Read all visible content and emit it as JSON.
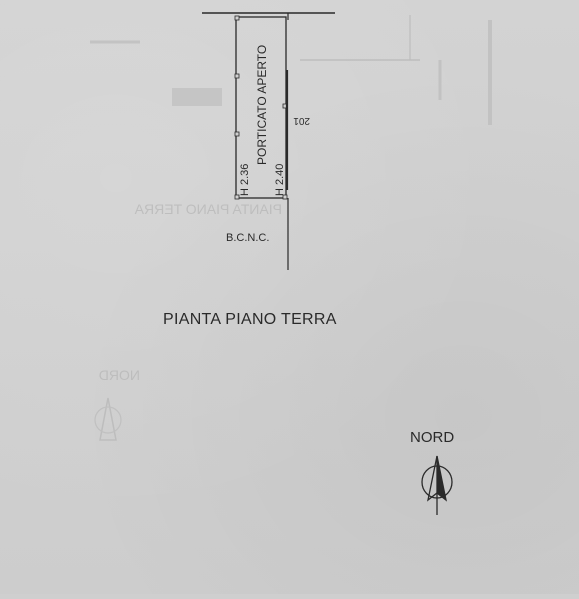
{
  "plan": {
    "title": "PIANTA PIANO TERRA",
    "room_name": "PORTICATO APERTO",
    "height_left": "H 2.36",
    "height_right": "H 2.40",
    "bcnc": "B.C.N.C.",
    "north": "NORD"
  },
  "bleed_through": {
    "title_mirrored": "PIANTA PIANO TERRA",
    "north_mirrored": "NORD",
    "fragment": "201"
  },
  "colors": {
    "paper": "#cfcfcf",
    "ink": "#2a2a2a",
    "ghost_ink": "#b5b5b5"
  }
}
